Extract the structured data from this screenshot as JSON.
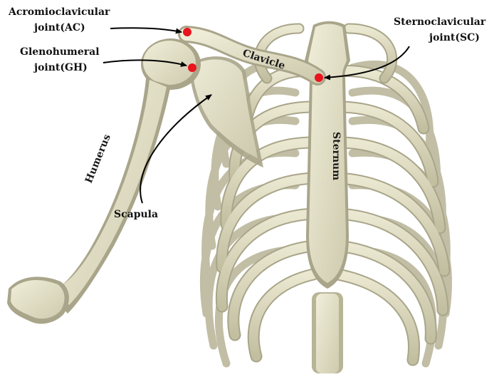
{
  "labels": {
    "ac_line1": "Acromioclavicular",
    "ac_line2": "joint(AC)",
    "gh_line1": "Glenohumeral",
    "gh_line2": "joint(GH)",
    "sc_line1": "Sternoclavicular",
    "sc_line2": "joint(SC)",
    "scapula": "Scapula",
    "clavicle": "Clavicle",
    "humerus": "Humerus",
    "sternum": "Sternum"
  },
  "colors": {
    "bone": "#e6e3cb",
    "bone_shadow": "#a9a58a",
    "joint_marker": "#e8141e",
    "arrow": "#000000",
    "background": "#ffffff"
  }
}
